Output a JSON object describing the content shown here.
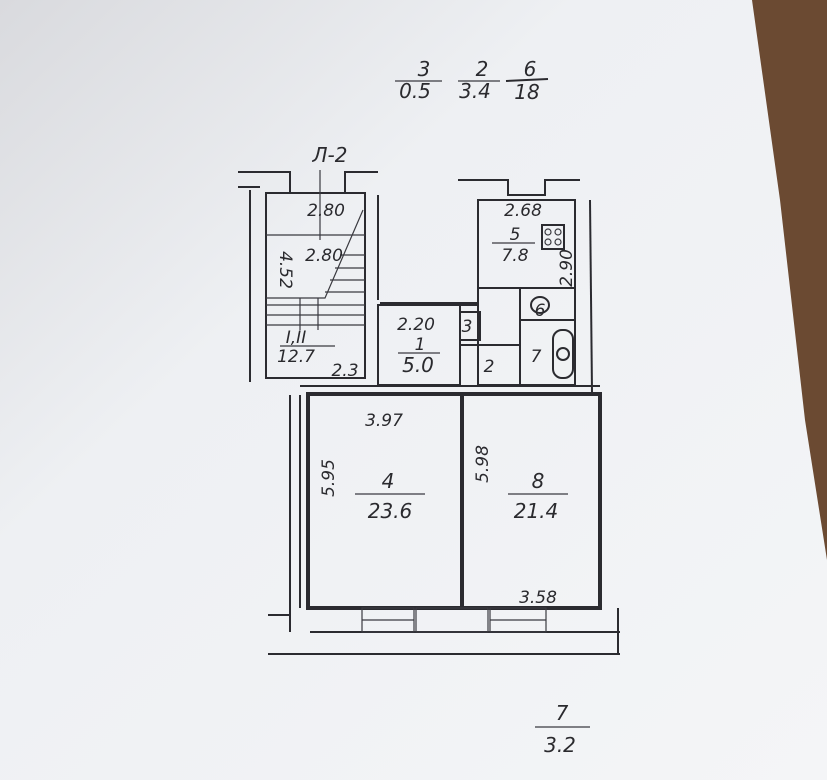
{
  "document": {
    "header_fractions": [
      {
        "num": "3",
        "den": "0.5"
      },
      {
        "num": "2",
        "den": "3.4"
      },
      {
        "num": "6",
        "den": "18"
      }
    ],
    "stair_label": "Л-2",
    "dimensions": {
      "stair_top_width": "2.80",
      "stair_mid_width": "2.80",
      "stair_length": "4.52",
      "stair_door": "2.3",
      "hall_width": "2.20",
      "kitchen_width": "2.68",
      "kitchen_length": "2.90",
      "room4_width": "3.97",
      "room4_length": "5.95",
      "room8_length": "5.98",
      "room8_width": "3.58"
    },
    "rooms": {
      "stair": {
        "num": "I,II",
        "area": "12.7"
      },
      "hall": {
        "num": "1",
        "area": "5.0"
      },
      "closet": {
        "num": "3"
      },
      "corridor": {
        "num": "2"
      },
      "kitchen": {
        "num": "5",
        "area": "7.8"
      },
      "wc": {
        "num": "6"
      },
      "bath": {
        "num": "7"
      },
      "room4": {
        "num": "4",
        "area": "23.6"
      },
      "room8": {
        "num": "8",
        "area": "21.4"
      }
    },
    "footer_fraction": {
      "num": "7",
      "den": "3.2"
    }
  }
}
